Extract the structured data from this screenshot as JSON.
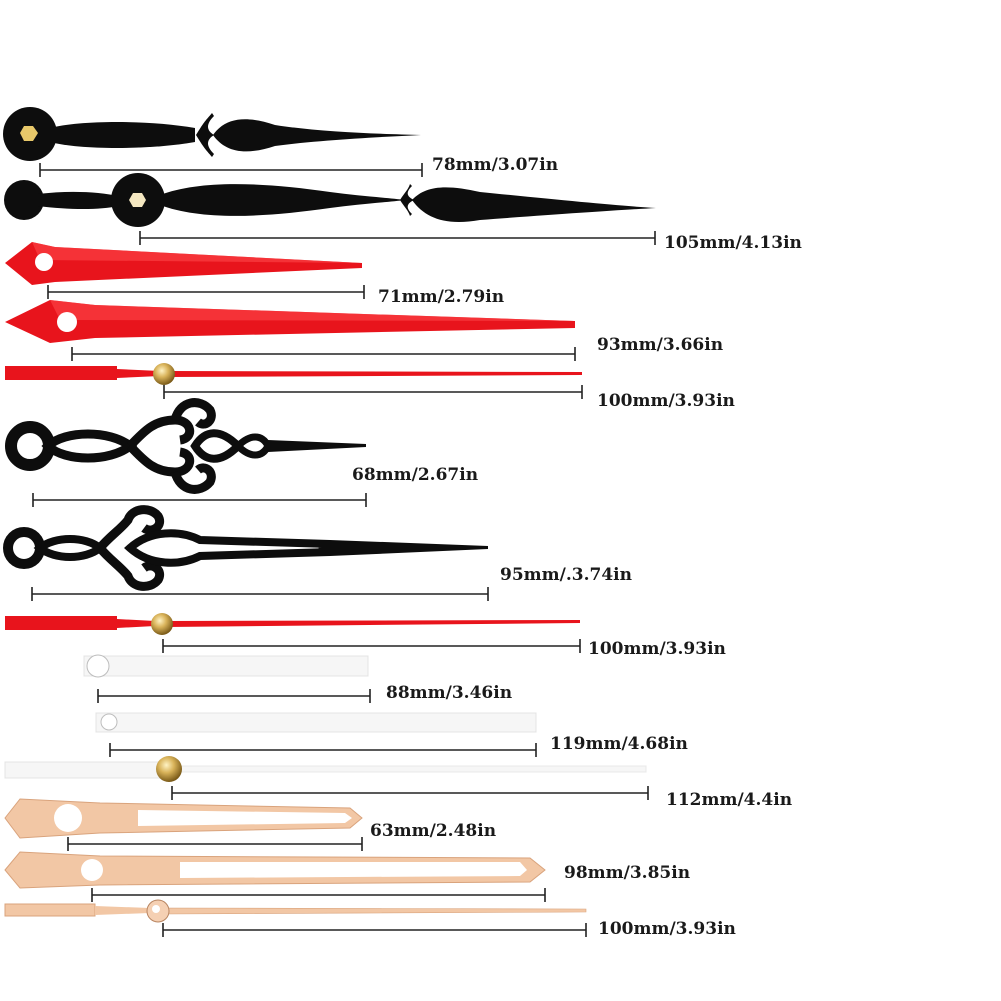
{
  "colors": {
    "black": "#0d0d0d",
    "red": "#e8141c",
    "white": "#f4f4f4",
    "rose_gold": "#f2c7a5",
    "brass": "#c9a24a",
    "dimension_line": "#222222"
  },
  "hands": [
    {
      "style": "spade-hour",
      "color": "black",
      "label": "78mm/3.07in"
    },
    {
      "style": "spade-minute",
      "color": "black",
      "label": "105mm/4.13in"
    },
    {
      "style": "sword-hour",
      "color": "red",
      "label": "71mm/2.79in"
    },
    {
      "style": "sword-minute",
      "color": "red",
      "label": "93mm/3.66in"
    },
    {
      "style": "second-hand",
      "color": "red",
      "label": "100mm/3.93in"
    },
    {
      "style": "ornate-hour",
      "color": "black",
      "label": "68mm/2.67in"
    },
    {
      "style": "ornate-minute",
      "color": "black",
      "label": "95mm/.3.74in"
    },
    {
      "style": "second-hand",
      "color": "red",
      "label": "100mm/3.93in"
    },
    {
      "style": "bar-hour",
      "color": "white",
      "label": "88mm/3.46in"
    },
    {
      "style": "bar-minute",
      "color": "white",
      "label": "119mm/4.68in"
    },
    {
      "style": "bar-second",
      "color": "white",
      "label": "112mm/4.4in"
    },
    {
      "style": "skeleton-hour",
      "color": "rose_gold",
      "label": "63mm/2.48in"
    },
    {
      "style": "skeleton-minute",
      "color": "rose_gold",
      "label": "98mm/3.85in"
    },
    {
      "style": "second-hand",
      "color": "rose_gold",
      "label": "100mm/3.93in"
    }
  ]
}
